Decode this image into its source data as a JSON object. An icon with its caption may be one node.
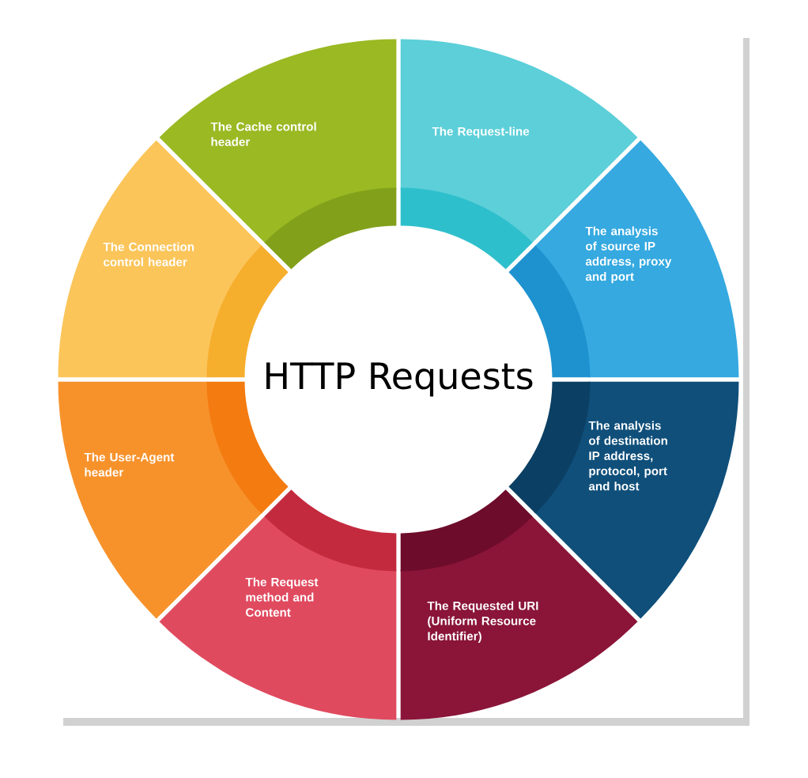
{
  "diagram": {
    "nodes": [
      {
        "text": [
          "HTTP Requests"
        ]
      },
      {
        "text": [
          "The Request-line"
        ]
      },
      {
        "text": [
          "The analysis of source IP address, proxy and port"
        ]
      },
      {
        "text": [
          "The analysis of destination IP address, protocol, port and host"
        ]
      },
      {
        "text": [
          "The Requested URI (Uniform Resource Identifier)"
        ]
      },
      {
        "text": [
          "The Request method and Content"
        ]
      },
      {
        "text": [
          "The User-Agent header"
        ]
      },
      {
        "text": [
          "The Connection control header"
        ]
      },
      {
        "text": [
          "The Cache control header"
        ]
      }
    ]
  }
}
